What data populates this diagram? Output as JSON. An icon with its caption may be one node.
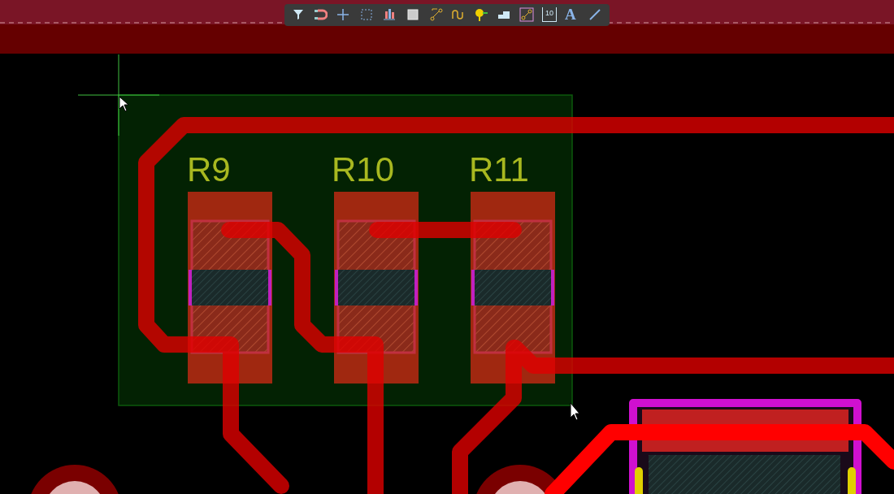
{
  "diagram": {
    "labels": [
      "10",
      "A",
      "R9",
      "R10",
      "R11"
    ]
  }
}
